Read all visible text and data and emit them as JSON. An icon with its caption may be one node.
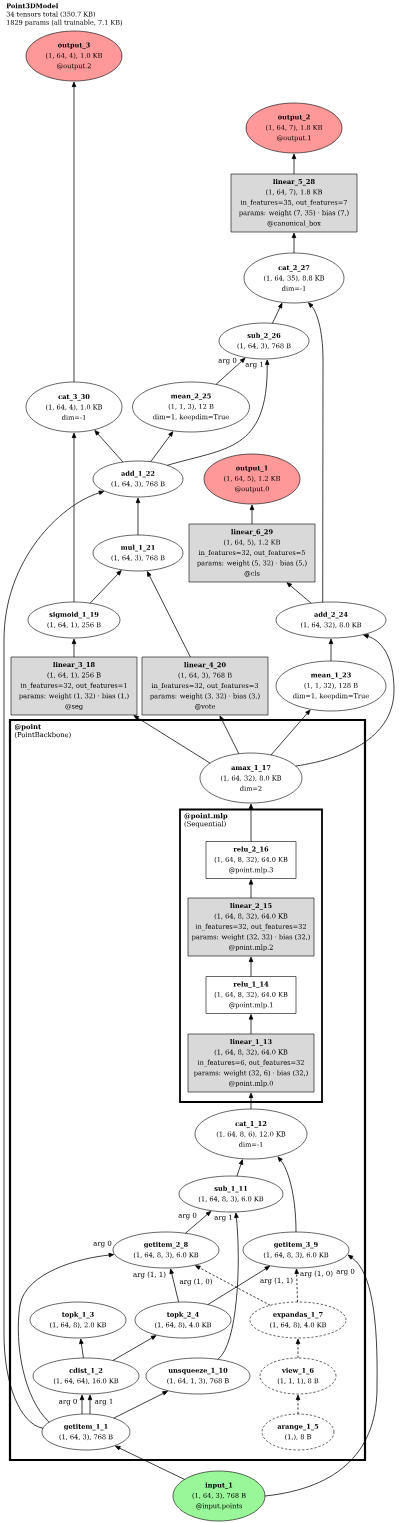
{
  "diagram": {
    "title": "Point3DModel",
    "labels": [
      "34 tensors total (350.7 KB)",
      "1829 params (all trainable, 7.1 KB)"
    ],
    "nodes": [
      {
        "text": [
          "output_3",
          "(1, 64, 4), 1.0 KB",
          "@output.2"
        ]
      },
      {
        "text": [
          "output_2",
          "(1, 64, 7), 1.8 KB",
          "@output.1"
        ]
      },
      {
        "text": [
          "linear_5_28",
          "(1, 64, 7), 1.8 KB",
          "in_features=35, out_features=7",
          "params: weight (7, 35) · bias (7,)",
          "@canonical_box"
        ]
      },
      {
        "text": [
          "cat_2_27",
          "(1, 64, 35), 8.8 KB",
          "dim=-1"
        ]
      },
      {
        "text": [
          "sub_2_26",
          "(1, 64, 3), 768 B"
        ]
      },
      {
        "text": [
          "cat_3_30",
          "(1, 64, 4), 1.0 KB",
          "dim=-1"
        ]
      },
      {
        "text": [
          "mean_2_25",
          "(1, 1, 3), 12 B",
          "dim=1, keepdim=True"
        ]
      },
      {
        "text": [
          "add_1_22",
          "(1, 64, 3), 768 B"
        ]
      },
      {
        "text": [
          "output_1",
          "(1, 64, 5), 1.2 KB",
          "@output.0"
        ]
      },
      {
        "text": [
          "mul_1_21",
          "(1, 64, 3), 768 B"
        ]
      },
      {
        "text": [
          "linear_6_29",
          "(1, 64, 5), 1.2 KB",
          "in_features=32, out_features=5",
          "params: weight (5, 32) · bias (5,)",
          "@cls"
        ]
      },
      {
        "text": [
          "sigmoid_1_19",
          "(1, 64, 1), 256 B"
        ]
      },
      {
        "text": [
          "add_2_24",
          "(1, 64, 32), 8.0 KB"
        ]
      },
      {
        "text": [
          "linear_3_18",
          "(1, 64, 1), 256 B",
          "in_features=32, out_features=1",
          "params: weight (1, 32) · bias (1,)",
          "@seg"
        ]
      },
      {
        "text": [
          "linear_4_20",
          "(1, 64, 3), 768 B",
          "in_features=32, out_features=3",
          "params: weight (3, 32) · bias (3,)",
          "@vote"
        ]
      },
      {
        "text": [
          "mean_1_23",
          "(1, 1, 32), 128 B",
          "dim=1, keepdim=True"
        ]
      },
      {
        "text": [
          "@point",
          "(PointBackbone)"
        ]
      },
      {
        "text": [
          "amax_1_17",
          "(1, 64, 32), 8.0 KB",
          "dim=2"
        ],
        "in": 16
      },
      {
        "text": [
          "@point.mlp",
          "(Sequential)"
        ],
        "in": 16
      },
      {
        "text": [
          "relu_2_16",
          "(1, 64, 8, 32), 64.0 KB",
          "@point.mlp.3"
        ],
        "in": 18
      },
      {
        "text": [
          "linear_2_15",
          "(1, 64, 8, 32), 64.0 KB",
          "in_features=32, out_features=32",
          "params: weight (32, 32) · bias (32,)",
          "@point.mlp.2"
        ],
        "in": 18
      },
      {
        "text": [
          "relu_1_14",
          "(1, 64, 8, 32), 64.0 KB",
          "@point.mlp.1"
        ],
        "in": 18
      },
      {
        "text": [
          "linear_1_13",
          "(1, 64, 8, 32), 64.0 KB",
          "in_features=6, out_features=32",
          "params: weight (32, 6) · bias (32,)",
          "@point.mlp.0"
        ],
        "in": 18
      },
      {
        "text": [
          "cat_1_12",
          "(1, 64, 8, 6), 12.0 KB",
          "dim=-1"
        ],
        "in": 16
      },
      {
        "text": [
          "sub_1_11",
          "(1, 64, 8, 3), 6.0 KB"
        ],
        "in": 16
      },
      {
        "text": [
          "getitem_2_8",
          "(1, 64, 8, 3), 6.0 KB"
        ],
        "in": 16
      },
      {
        "text": [
          "getitem_3_9",
          "(1, 64, 8, 3), 6.0 KB"
        ],
        "in": 16
      },
      {
        "text": [
          "topk_1_3",
          "(1, 64, 8), 2.0 KB"
        ],
        "in": 16
      },
      {
        "text": [
          "topk_2_4",
          "(1, 64, 8), 4.0 KB"
        ],
        "in": 16
      },
      {
        "text": [
          "expandas_1_7",
          "(1, 64, 8), 4.0 KB"
        ],
        "in": 16
      },
      {
        "text": [
          "cdist_1_2",
          "(1, 64, 64), 16.0 KB"
        ],
        "in": 16
      },
      {
        "text": [
          "unsqueeze_1_10",
          "(1, 64, 1, 3), 768 B"
        ],
        "in": 16
      },
      {
        "text": [
          "view_1_6",
          "(1, 1, 1), 8 B"
        ],
        "in": 16
      },
      {
        "text": [
          "getitem_1_1",
          "(1, 64, 3), 768 B"
        ],
        "in": 16
      },
      {
        "text": [
          "arange_1_5",
          "(1,), 8 B"
        ],
        "in": 16
      },
      {
        "text": [
          "input_1",
          "(1, 64, 3), 768 B",
          "@input.points"
        ]
      }
    ],
    "edges": [
      {
        "from": 35,
        "to": 33,
        "arrow": "to"
      },
      {
        "from": 35,
        "to": 26,
        "arrow": "to",
        "label": "arg 0"
      },
      {
        "from": 33,
        "to": 30,
        "arrow": "to",
        "label": "arg 0"
      },
      {
        "from": 33,
        "to": 30,
        "arrow": "to",
        "label": "arg 1"
      },
      {
        "from": 33,
        "to": 25,
        "arrow": "to",
        "label": "arg 0"
      },
      {
        "from": 33,
        "to": 31,
        "arrow": "to"
      },
      {
        "from": 33,
        "to": 7,
        "arrow": "to"
      },
      {
        "from": 30,
        "to": 27,
        "arrow": "to"
      },
      {
        "from": 30,
        "to": 28,
        "arrow": "to"
      },
      {
        "from": 34,
        "to": 32,
        "arrow": "to",
        "style": "dashed"
      },
      {
        "from": 32,
        "to": 29,
        "arrow": "to",
        "style": "dashed"
      },
      {
        "from": 29,
        "to": 25,
        "arrow": "to",
        "style": "dashed",
        "label": "arg (1, 0)"
      },
      {
        "from": 29,
        "to": 26,
        "arrow": "to",
        "style": "dashed",
        "label": "arg (1, 0)"
      },
      {
        "from": 28,
        "to": 25,
        "arrow": "to",
        "label": "arg (1, 1)"
      },
      {
        "from": 28,
        "to": 26,
        "arrow": "to",
        "label": "arg (1, 1)"
      },
      {
        "from": 25,
        "to": 24,
        "arrow": "to",
        "label": "arg 0"
      },
      {
        "from": 31,
        "to": 24,
        "arrow": "to",
        "label": "arg 1"
      },
      {
        "from": 24,
        "to": 23,
        "arrow": "to"
      },
      {
        "from": 26,
        "to": 23,
        "arrow": "to"
      },
      {
        "from": 23,
        "to": 22,
        "arrow": "to"
      },
      {
        "from": 22,
        "to": 21,
        "arrow": "to"
      },
      {
        "from": 21,
        "to": 20,
        "arrow": "to"
      },
      {
        "from": 20,
        "to": 19,
        "arrow": "to"
      },
      {
        "from": 19,
        "to": 17,
        "arrow": "to"
      },
      {
        "from": 17,
        "to": 13,
        "arrow": "to"
      },
      {
        "from": 17,
        "to": 14,
        "arrow": "to"
      },
      {
        "from": 17,
        "to": 15,
        "arrow": "to"
      },
      {
        "from": 17,
        "to": 12,
        "arrow": "to"
      },
      {
        "from": 13,
        "to": 11,
        "arrow": "to"
      },
      {
        "from": 11,
        "to": 9,
        "arrow": "to"
      },
      {
        "from": 14,
        "to": 9,
        "arrow": "to"
      },
      {
        "from": 11,
        "to": 5,
        "arrow": "to"
      },
      {
        "from": 9,
        "to": 7,
        "arrow": "to"
      },
      {
        "from": 7,
        "to": 5,
        "arrow": "to"
      },
      {
        "from": 7,
        "to": 6,
        "arrow": "to"
      },
      {
        "from": 7,
        "to": 4,
        "arrow": "to",
        "label": "arg 1"
      },
      {
        "from": 6,
        "to": 4,
        "arrow": "to",
        "label": "arg 0"
      },
      {
        "from": 4,
        "to": 3,
        "arrow": "to"
      },
      {
        "from": 15,
        "to": 12,
        "arrow": "to"
      },
      {
        "from": 12,
        "to": 3,
        "arrow": "to"
      },
      {
        "from": 12,
        "to": 10,
        "arrow": "to"
      },
      {
        "from": 10,
        "to": 8,
        "arrow": "to"
      },
      {
        "from": 3,
        "to": 2,
        "arrow": "to"
      },
      {
        "from": 2,
        "to": 1,
        "arrow": "to"
      },
      {
        "from": 5,
        "to": 0,
        "arrow": "to"
      }
    ]
  }
}
